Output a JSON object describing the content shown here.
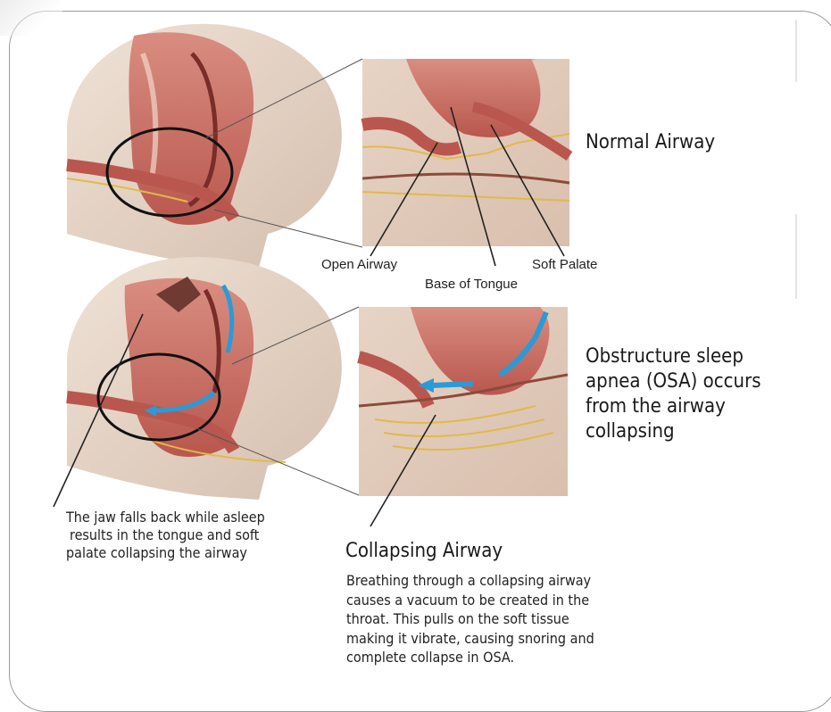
{
  "normal": {
    "heading": "Normal Airway"
  },
  "labels": {
    "open_airway": "Open Airway",
    "base_of_tongue": "Base of Tongue",
    "soft_palate": "Soft Palate"
  },
  "osa": {
    "heading_lines": [
      "Obstructure sleep",
      "apnea (OSA) occurs",
      "from the airway",
      "collapsing"
    ]
  },
  "jaw_note": {
    "lines": [
      "The jaw falls back while asleep",
      "results in the tongue and soft",
      "palate collapsing the airway"
    ]
  },
  "collapsing": {
    "heading": "Collapsing  Airway",
    "body_lines": [
      "Breathing through a collapsing airway",
      "causes a vacuum to be created in the",
      "throat. This pulls on the soft tissue",
      "making it vibrate, causing snoring and",
      "complete collapse in OSA."
    ]
  },
  "colors": {
    "skin": "#e3d2c3",
    "tissue": "#c46a5f",
    "tissue_dark": "#9a3c35",
    "airflow": "#2a9ad8",
    "nerve_yellow": "#e2b94a",
    "border": "#9a9a9a"
  }
}
